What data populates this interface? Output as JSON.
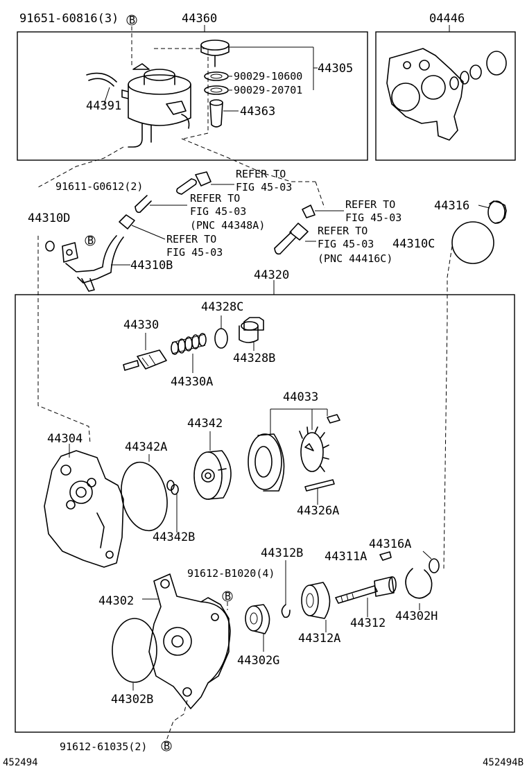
{
  "sheet": {
    "code_left": "452494",
    "code_right": "452494B"
  },
  "labels": {
    "p91651": "91651-60816(3)",
    "p44360": "44360",
    "p04446": "04446",
    "p44305": "44305",
    "p90029a": "90029-10600",
    "p90029b": "90029-20701",
    "p44391": "44391",
    "p44363": "44363",
    "p91611": "91611-G0612(2)",
    "p44310D": "44310D",
    "p44310B": "44310B",
    "p44316": "44316",
    "p44310C": "44310C",
    "p44320": "44320",
    "p44328C": "44328C",
    "p44330": "44330",
    "p44328B": "44328B",
    "p44330A": "44330A",
    "p44033": "44033",
    "p44304": "44304",
    "p44342": "44342",
    "p44342A": "44342A",
    "p44342B": "44342B",
    "p44326A": "44326A",
    "p44316A": "44316A",
    "p44312B": "44312B",
    "p44311A": "44311A",
    "p91612b": "91612-B1020(4)",
    "p44302": "44302",
    "p44312": "44312",
    "p44302H": "44302H",
    "p44312A": "44312A",
    "p44302G": "44302G",
    "p44302B": "44302B",
    "p91612": "91612-61035(2)"
  },
  "refs": {
    "r1a": "REFER TO",
    "r1b": "FIG 45-03",
    "r2a": "REFER TO",
    "r2b": "FIG 45-03",
    "r2c": "(PNC 44348A)",
    "r3a": "REFER TO",
    "r3b": "FIG 45-03",
    "r4a": "REFER TO",
    "r4b": "FIG 45-03",
    "r5a": "REFER TO",
    "r5b": "FIG 45-03",
    "r5c": "(PNC 44416C)"
  },
  "markers": {
    "b": "B"
  }
}
